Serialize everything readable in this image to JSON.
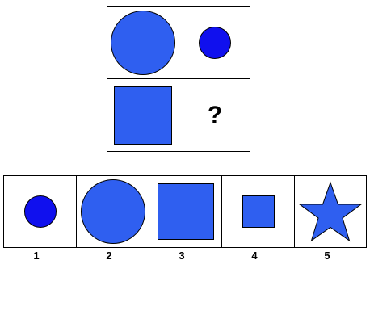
{
  "puzzle": {
    "question_mark": "?",
    "cells": {
      "top_left": "large-circle",
      "top_right": "small-circle",
      "bottom_left": "large-square",
      "bottom_right": "question"
    }
  },
  "options": [
    {
      "label": "1",
      "shape": "small-circle"
    },
    {
      "label": "2",
      "shape": "large-circle"
    },
    {
      "label": "3",
      "shape": "large-square"
    },
    {
      "label": "4",
      "shape": "small-square"
    },
    {
      "label": "5",
      "shape": "star"
    }
  ],
  "colors": {
    "shape_fill": "#2f5ff0",
    "small_circle_fill": "#1010ee",
    "outline": "#000000",
    "background": "#ffffff"
  }
}
